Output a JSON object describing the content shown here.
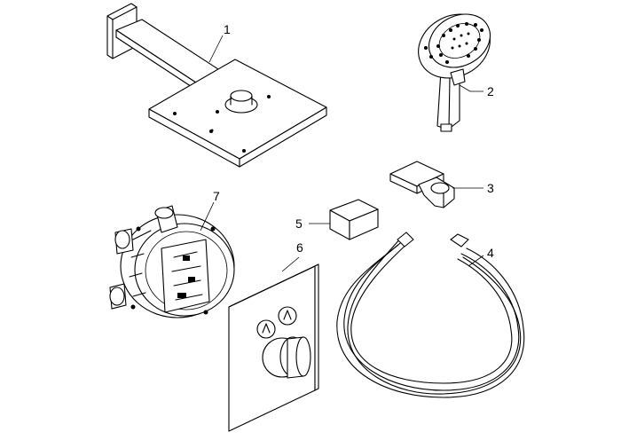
{
  "callouts": [
    {
      "id": "1",
      "text": "1"
    },
    {
      "id": "2",
      "text": "2"
    },
    {
      "id": "3",
      "text": "3"
    },
    {
      "id": "4",
      "text": "4"
    },
    {
      "id": "5",
      "text": "5"
    },
    {
      "id": "6",
      "text": "6"
    },
    {
      "id": "7",
      "text": "7"
    }
  ],
  "parts": [
    {
      "callout": "1",
      "name": "overhead-shower-with-arm"
    },
    {
      "callout": "2",
      "name": "hand-shower"
    },
    {
      "callout": "3",
      "name": "wall-holder"
    },
    {
      "callout": "4",
      "name": "shower-hose"
    },
    {
      "callout": "5",
      "name": "wall-outlet-elbow"
    },
    {
      "callout": "6",
      "name": "thermostat-trim-plate"
    },
    {
      "callout": "7",
      "name": "concealed-basic-set"
    }
  ]
}
